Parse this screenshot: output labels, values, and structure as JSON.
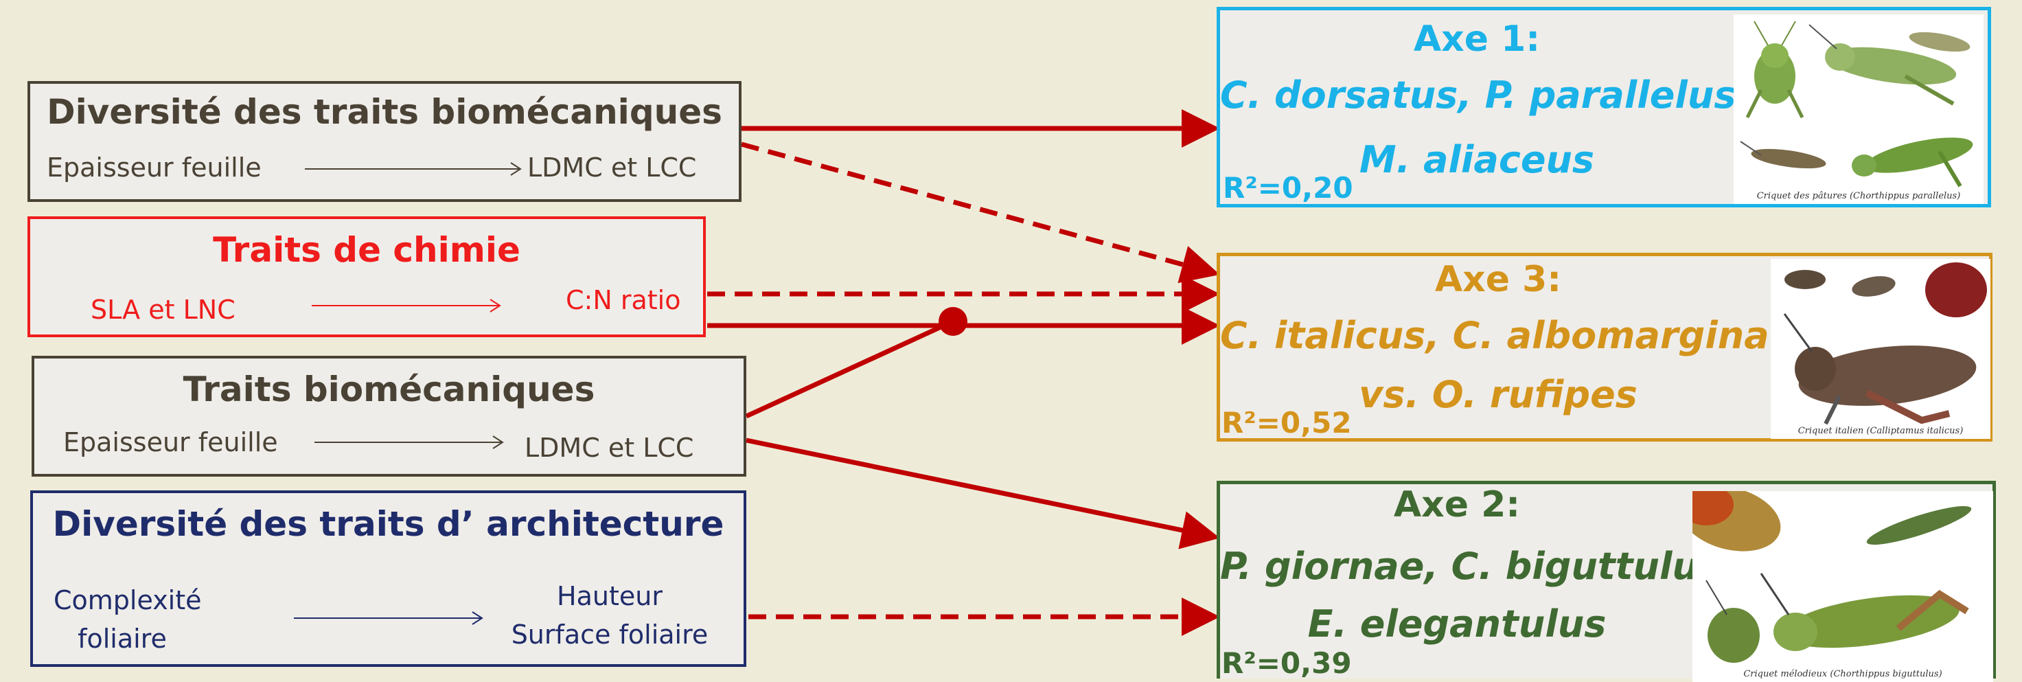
{
  "colors": {
    "background": "#eeecd9",
    "box_fill": "#efede9",
    "dark_brown": "#4a4235",
    "red": "#ef1c1c",
    "connector_red": "#c00000",
    "navy": "#1f2c6b",
    "cyan": "#1ab2e8",
    "orange": "#d4941c",
    "green": "#3f6a32"
  },
  "traits": [
    {
      "title": "Diversité des traits biomécaniques",
      "from": "Epaisseur feuille",
      "to": "LDMC et LCC"
    },
    {
      "title": "Traits de chimie",
      "from": "SLA et LNC",
      "to": "C:N ratio"
    },
    {
      "title": "Traits biomécaniques",
      "from": "Epaisseur feuille",
      "to": "LDMC et LCC"
    },
    {
      "title": "Diversité des traits d’ architecture",
      "from_line1": "Complexité",
      "from_line2": "foliaire",
      "to_line1": "Hauteur",
      "to_line2": "Surface foliaire"
    }
  ],
  "axes": [
    {
      "title": "Axe 1:",
      "species_line1": "C. dorsatus, P. parallelus,",
      "species_line2": "M. aliaceus",
      "r2": "R²=0,20",
      "caption": "Criquet des pâtures (Chorthippus parallelus)",
      "photo_icon": "grasshopper-photo"
    },
    {
      "title": "Axe 3:",
      "species_line1": "C. italicus, C. albomarginatus,",
      "species_line2": "vs. O. rufipes",
      "r2": "R²=0,52",
      "caption": "Criquet italien (Calliptamus italicus)",
      "photo_icon": "grasshopper-photo"
    },
    {
      "title": "Axe 2:",
      "species_line1": "P. giornae, C. biguttulus,",
      "species_line2": "E. elegantulus",
      "r2": "R²=0,39",
      "caption": "Criquet mélodieux (Chorthippus biguttulus)",
      "photo_icon": "grasshopper-photo"
    }
  ]
}
